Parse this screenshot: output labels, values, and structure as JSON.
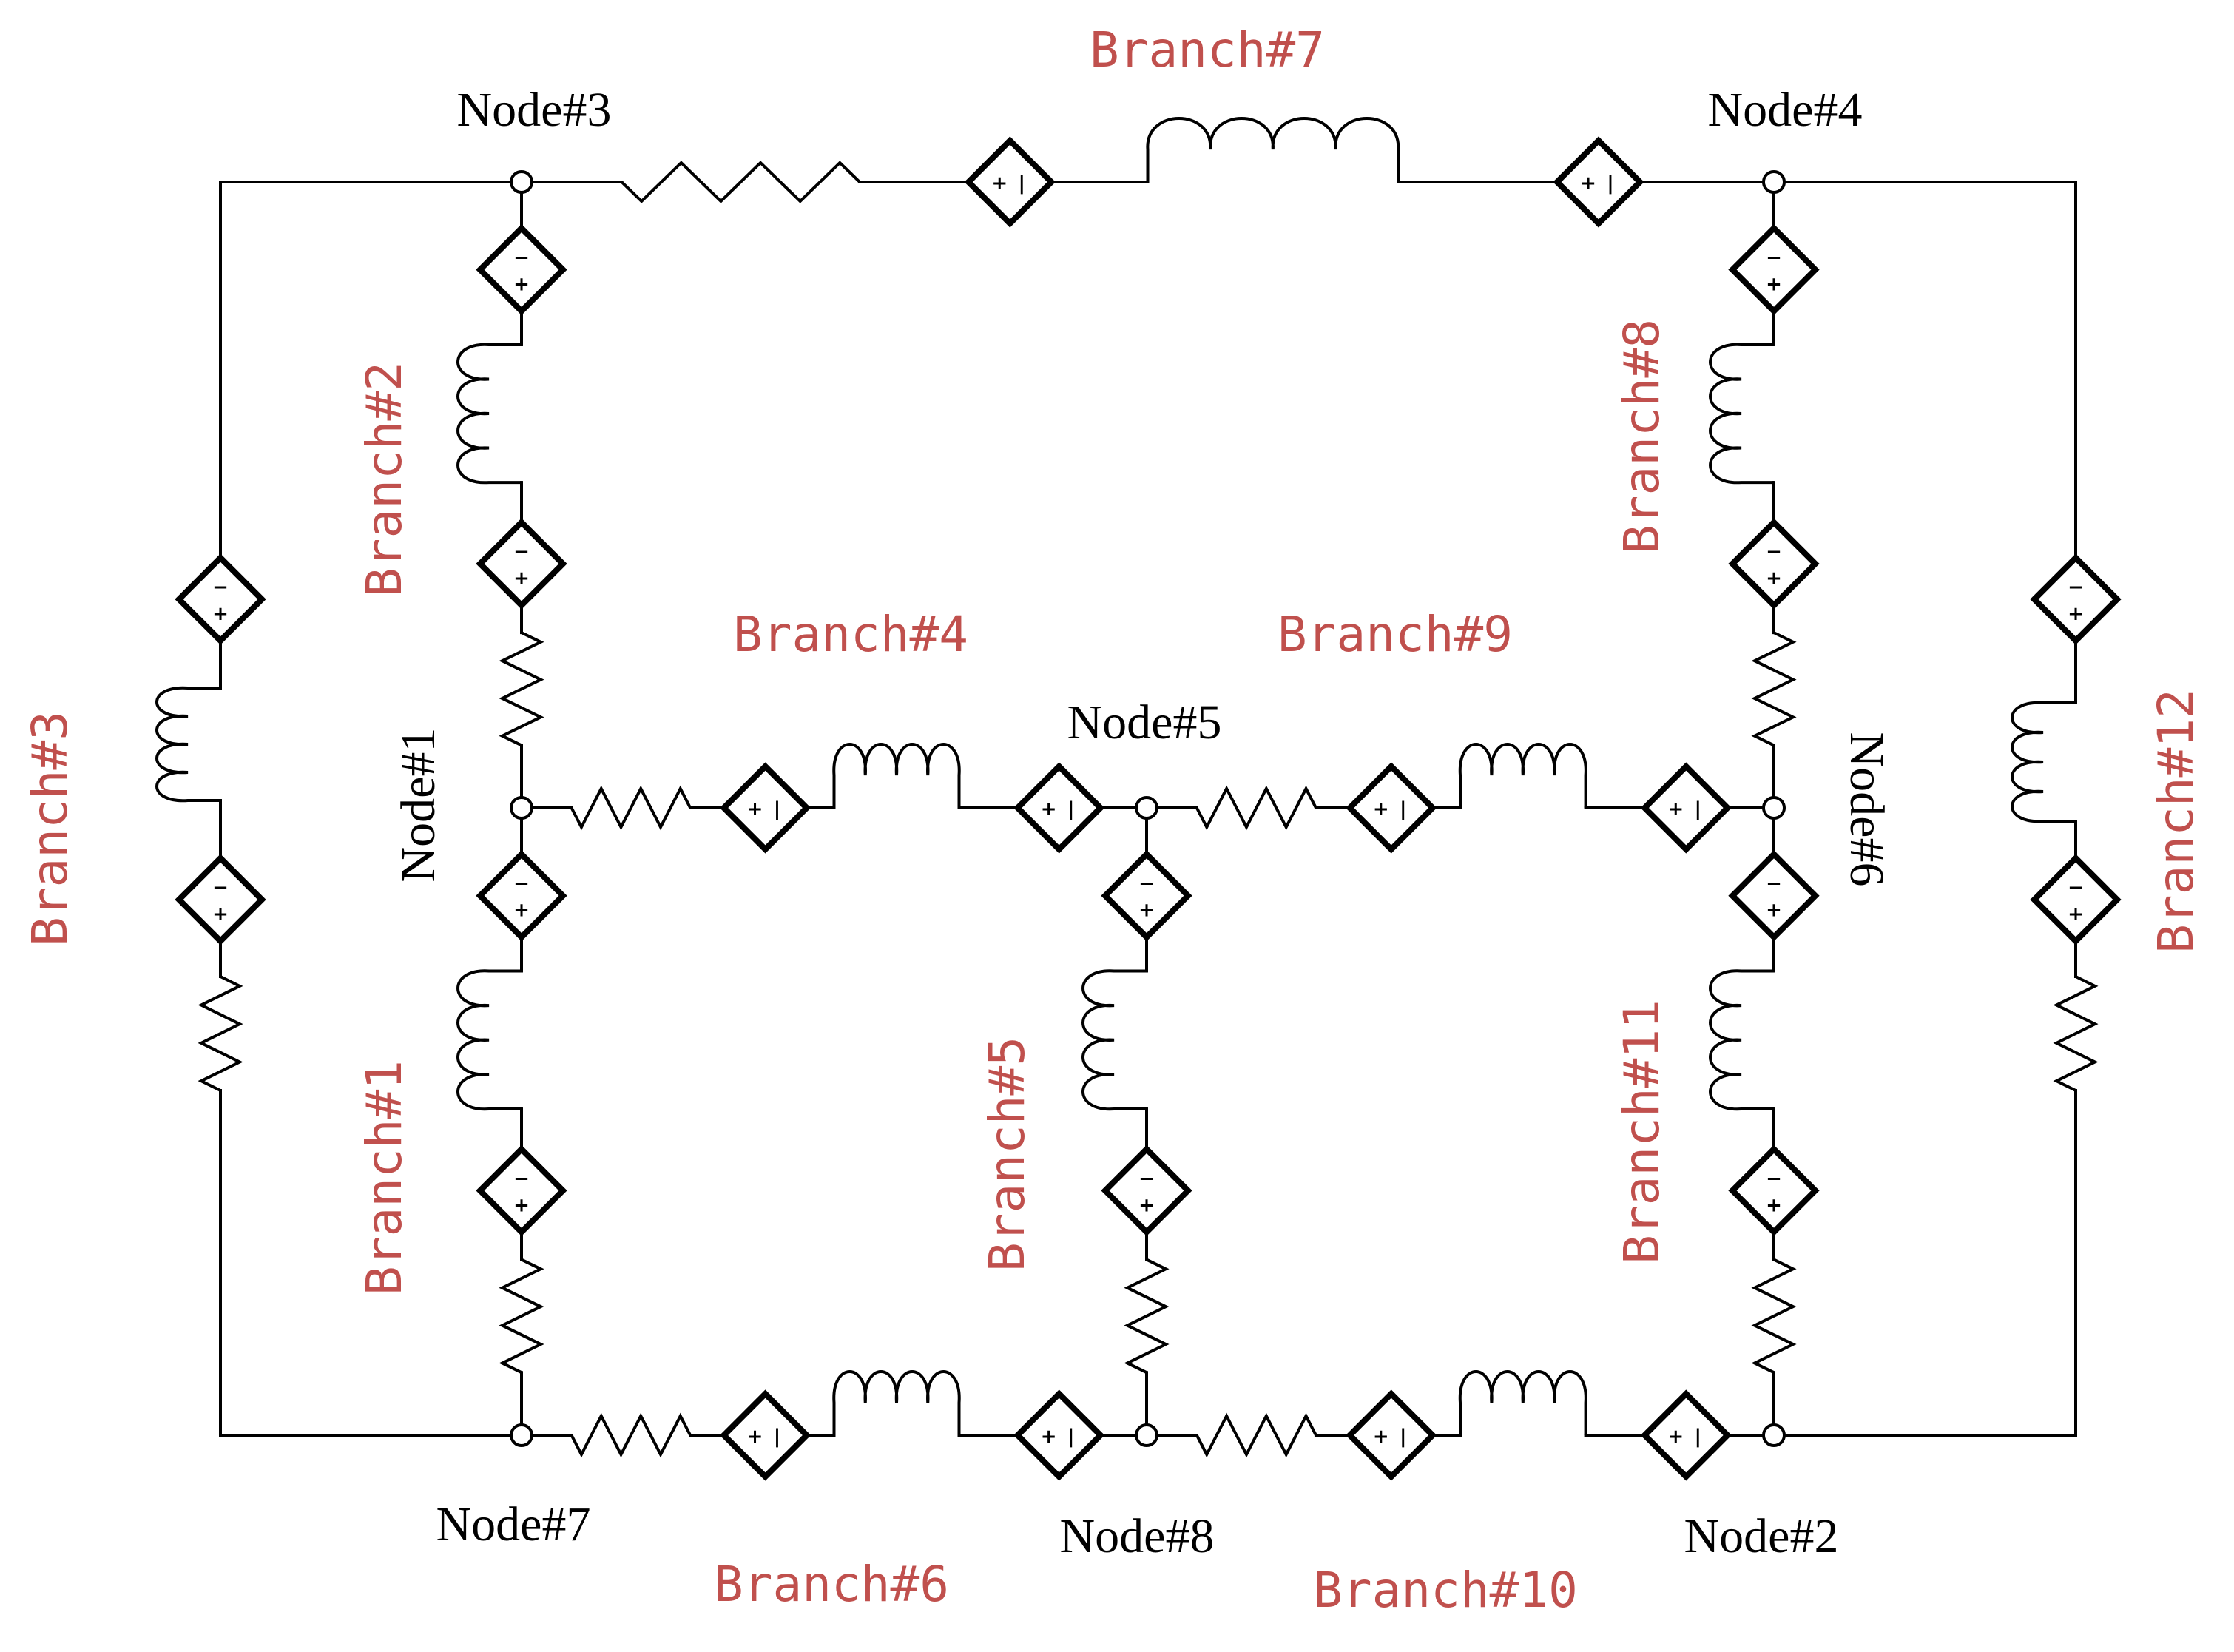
{
  "colors": {
    "wire": "#000000",
    "branch_label": "#c0504d"
  },
  "nodes": [
    {
      "id": "node-1",
      "label": "Node#1"
    },
    {
      "id": "node-2",
      "label": "Node#2"
    },
    {
      "id": "node-3",
      "label": "Node#3"
    },
    {
      "id": "node-4",
      "label": "Node#4"
    },
    {
      "id": "node-5",
      "label": "Node#5"
    },
    {
      "id": "node-6",
      "label": "Node#6"
    },
    {
      "id": "node-7",
      "label": "Node#7"
    },
    {
      "id": "node-8",
      "label": "Node#8"
    }
  ],
  "branches": [
    {
      "id": "branch-1",
      "label": "Branch#1",
      "from": "Node#7",
      "to": "Node#1",
      "components": [
        "resistor",
        "dependent-voltage-source",
        "inductor",
        "dependent-voltage-source"
      ]
    },
    {
      "id": "branch-2",
      "label": "Branch#2",
      "from": "Node#1",
      "to": "Node#3",
      "components": [
        "resistor",
        "dependent-voltage-source",
        "inductor",
        "dependent-voltage-source"
      ]
    },
    {
      "id": "branch-3",
      "label": "Branch#3",
      "from": "Node#7",
      "to": "Node#3",
      "components": [
        "resistor",
        "dependent-voltage-source",
        "inductor",
        "dependent-voltage-source"
      ]
    },
    {
      "id": "branch-4",
      "label": "Branch#4",
      "from": "Node#1",
      "to": "Node#5",
      "components": [
        "resistor",
        "dependent-voltage-source",
        "inductor",
        "dependent-voltage-source"
      ]
    },
    {
      "id": "branch-5",
      "label": "Branch#5",
      "from": "Node#8",
      "to": "Node#5",
      "components": [
        "resistor",
        "dependent-voltage-source",
        "inductor",
        "dependent-voltage-source"
      ]
    },
    {
      "id": "branch-6",
      "label": "Branch#6",
      "from": "Node#7",
      "to": "Node#8",
      "components": [
        "resistor",
        "dependent-voltage-source",
        "inductor",
        "dependent-voltage-source"
      ]
    },
    {
      "id": "branch-7",
      "label": "Branch#7",
      "from": "Node#3",
      "to": "Node#4",
      "components": [
        "resistor",
        "dependent-voltage-source",
        "inductor",
        "dependent-voltage-source"
      ]
    },
    {
      "id": "branch-8",
      "label": "Branch#8",
      "from": "Node#6",
      "to": "Node#4",
      "components": [
        "resistor",
        "dependent-voltage-source",
        "inductor",
        "dependent-voltage-source"
      ]
    },
    {
      "id": "branch-9",
      "label": "Branch#9",
      "from": "Node#5",
      "to": "Node#6",
      "components": [
        "resistor",
        "dependent-voltage-source",
        "inductor",
        "dependent-voltage-source"
      ]
    },
    {
      "id": "branch-10",
      "label": "Branch#10",
      "from": "Node#8",
      "to": "Node#2",
      "components": [
        "resistor",
        "dependent-voltage-source",
        "inductor",
        "dependent-voltage-source"
      ]
    },
    {
      "id": "branch-11",
      "label": "Branch#11",
      "from": "Node#2",
      "to": "Node#6",
      "components": [
        "resistor",
        "dependent-voltage-source",
        "inductor",
        "dependent-voltage-source"
      ]
    },
    {
      "id": "branch-12",
      "label": "Branch#12",
      "from": "Node#2",
      "to": "Node#4",
      "components": [
        "resistor",
        "dependent-voltage-source",
        "inductor",
        "dependent-voltage-source"
      ]
    }
  ]
}
